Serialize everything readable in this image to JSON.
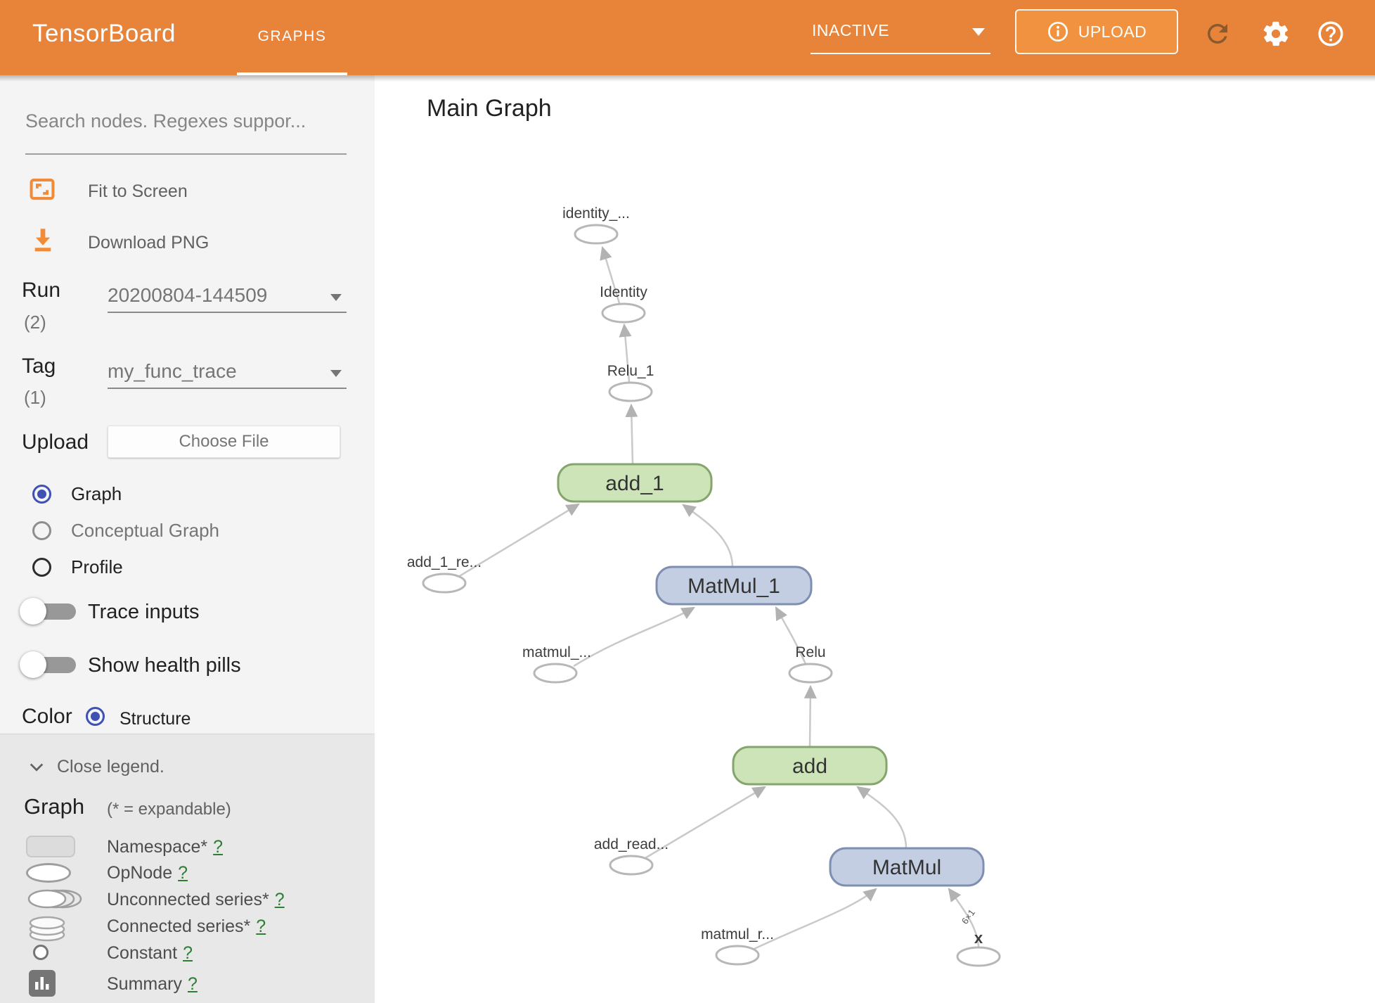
{
  "header": {
    "logo": "TensorBoard",
    "tab": "GRAPHS",
    "status": "INACTIVE",
    "upload_label": "UPLOAD",
    "colors": {
      "header_bg": "#e8833a",
      "upload_btn_bg": "#f0923f",
      "refresh_disabled": "#8a5a2f"
    }
  },
  "sidebar": {
    "search_placeholder": "Search nodes. Regexes suppor...",
    "actions": [
      {
        "icon": "fit-to-screen-icon",
        "label": "Fit to Screen"
      },
      {
        "icon": "download-icon",
        "label": "Download PNG"
      }
    ],
    "run": {
      "label": "Run",
      "count": "(2)",
      "value": "20200804-144509"
    },
    "tag": {
      "label": "Tag",
      "count": "(1)",
      "value": "my_func_trace"
    },
    "upload": {
      "label": "Upload",
      "button": "Choose File"
    },
    "graph_type_options": [
      {
        "label": "Graph",
        "selected": true
      },
      {
        "label": "Conceptual Graph",
        "selected": false
      },
      {
        "label": "Profile",
        "selected": false
      }
    ],
    "toggles": [
      {
        "label": "Trace inputs",
        "on": false
      },
      {
        "label": "Show health pills",
        "on": false
      }
    ],
    "color_by": {
      "label": "Color",
      "option": "Structure",
      "selected": true
    },
    "legend": {
      "close_label": "Close legend.",
      "title": "Graph",
      "subtitle": "(* = expandable)",
      "items": [
        {
          "icon": "namespace-swatch",
          "label": "Namespace*",
          "help": "?"
        },
        {
          "icon": "opnode-swatch",
          "label": "OpNode",
          "help": "?"
        },
        {
          "icon": "unconnected-series-swatch",
          "label": "Unconnected series*",
          "help": "?"
        },
        {
          "icon": "connected-series-swatch",
          "label": "Connected series*",
          "help": "?"
        },
        {
          "icon": "constant-swatch",
          "label": "Constant",
          "help": "?"
        },
        {
          "icon": "summary-swatch",
          "label": "Summary",
          "help": "?"
        }
      ]
    },
    "accent_orange": "#f28b38",
    "radio_blue": "#3f51b5",
    "help_link_green": "#2e7d32"
  },
  "main": {
    "title": "Main Graph",
    "graph": {
      "op_nodes": [
        {
          "label": "add_1",
          "color": "green"
        },
        {
          "label": "MatMul_1",
          "color": "blue"
        },
        {
          "label": "add",
          "color": "green"
        },
        {
          "label": "MatMul",
          "color": "blue"
        }
      ],
      "ellipse_nodes": [
        {
          "label": "identity_..."
        },
        {
          "label": "Identity"
        },
        {
          "label": "Relu_1"
        },
        {
          "label": "add_1_re..."
        },
        {
          "label": "matmul_..."
        },
        {
          "label": "Relu"
        },
        {
          "label": "add_read..."
        },
        {
          "label": "matmul_r..."
        },
        {
          "label": "x"
        }
      ],
      "edge_shape_label": "6×1",
      "node_green_fill": "#cde4b8",
      "node_blue_fill": "#c4cee2",
      "edge_color": "#c9c9c9"
    }
  }
}
